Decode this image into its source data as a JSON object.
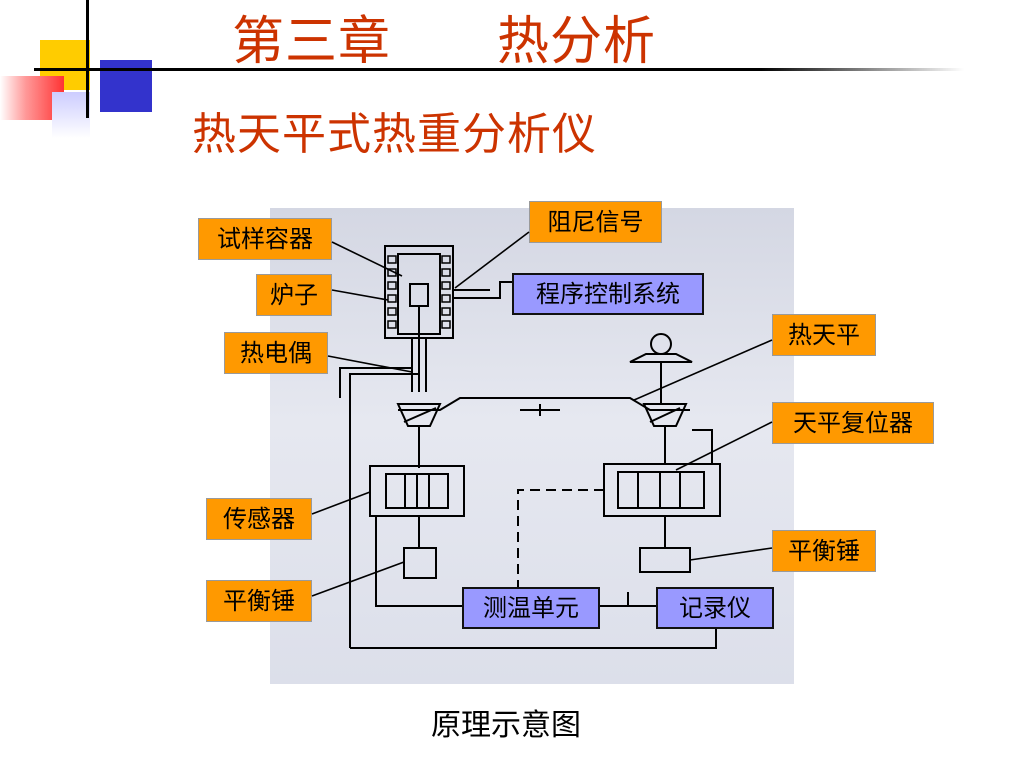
{
  "title": "第三章　　热分析",
  "subtitle": "热天平式热重分析仪",
  "labels": {
    "sample_container": "试样容器",
    "furnace": "炉子",
    "thermocouple": "热电偶",
    "damping_signal": "阻尼信号",
    "program_control": "程序控制系统",
    "thermobalance": "热天平",
    "balance_reset": "天平复位器",
    "sensor": "传感器",
    "counterweight_left": "平衡锤",
    "counterweight_right": "平衡锤",
    "temp_unit": "测温单元",
    "recorder": "记录仪"
  },
  "caption": "原理示意图",
  "colors": {
    "title": "#cc3300",
    "orange_label": "#ff9900",
    "blue_label": "#9999ff",
    "deco_yellow": "#ffcc00",
    "deco_blue": "#3333cc",
    "deco_red": "#ff3333"
  }
}
